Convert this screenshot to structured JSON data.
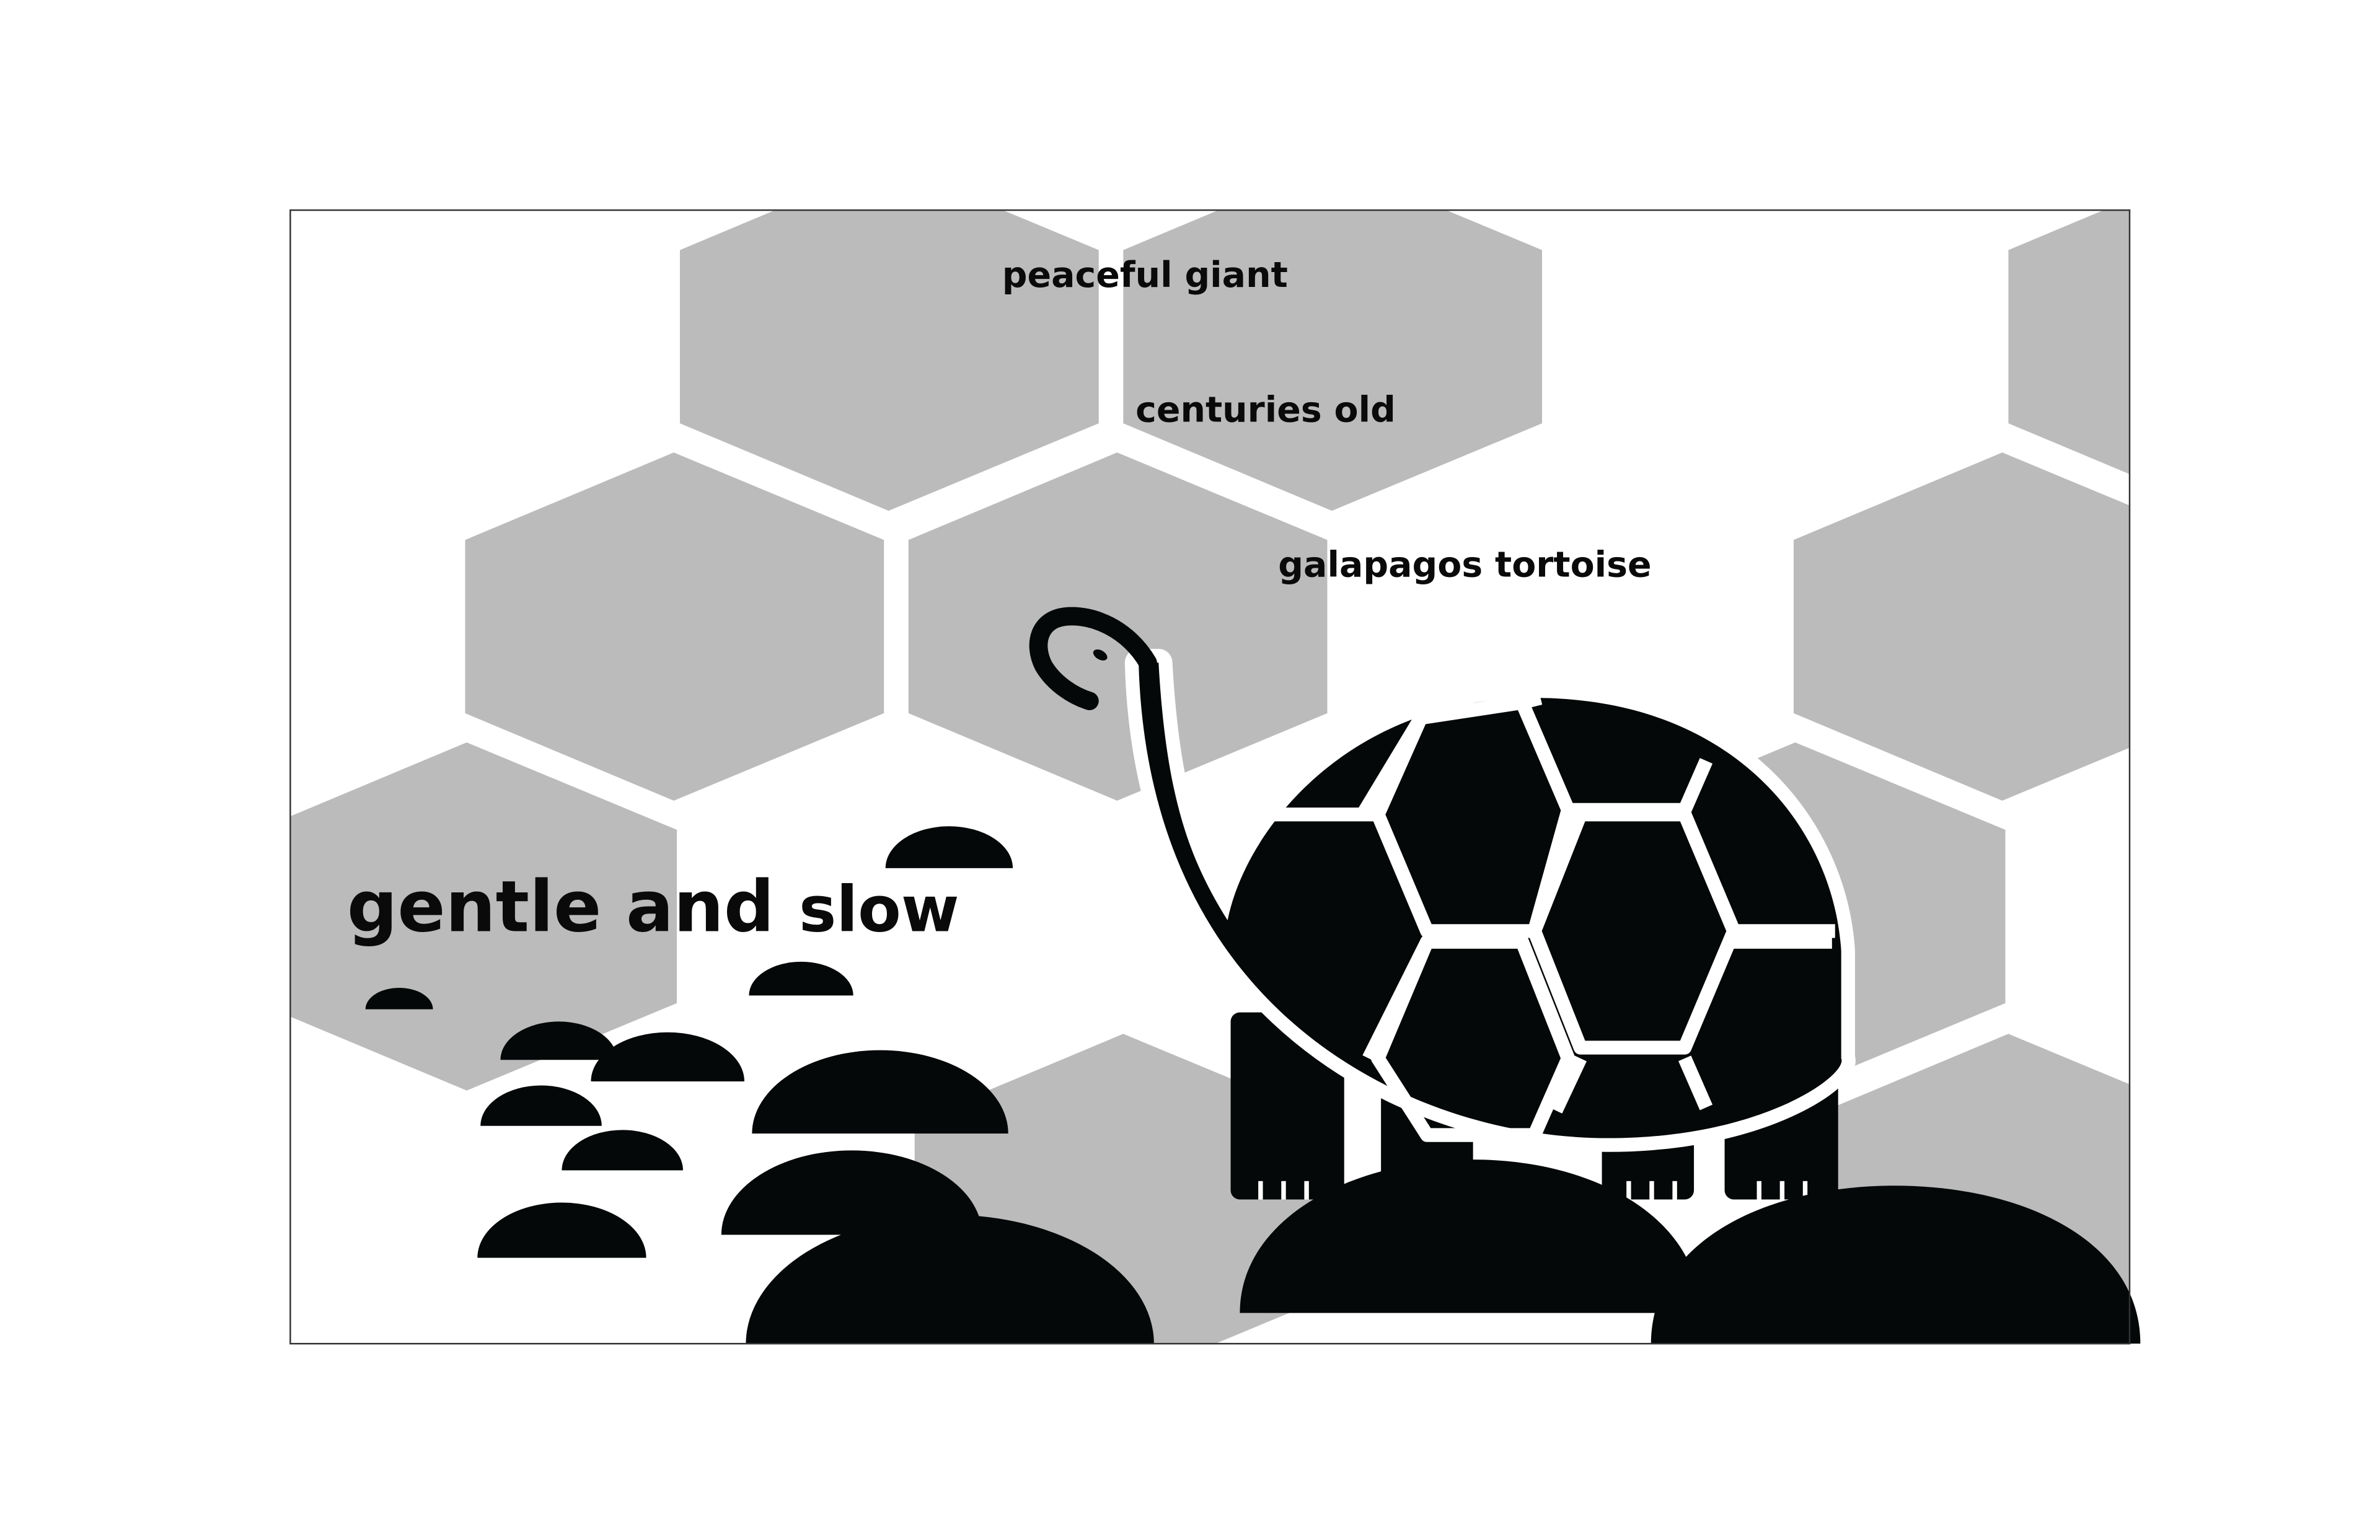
{
  "texts": {
    "peaceful": "peaceful giant",
    "centuries": "centuries old",
    "species": "galapagos tortoise",
    "tagline_start": "gentle and ",
    "tagline_end": "slow"
  },
  "colors": {
    "background": "#ffffff",
    "hexagon": "#bbbbbb",
    "ink": "#050808",
    "frame": "#333333"
  },
  "icons": {
    "animal": "tortoise-icon",
    "rocks": "rock-icon"
  }
}
